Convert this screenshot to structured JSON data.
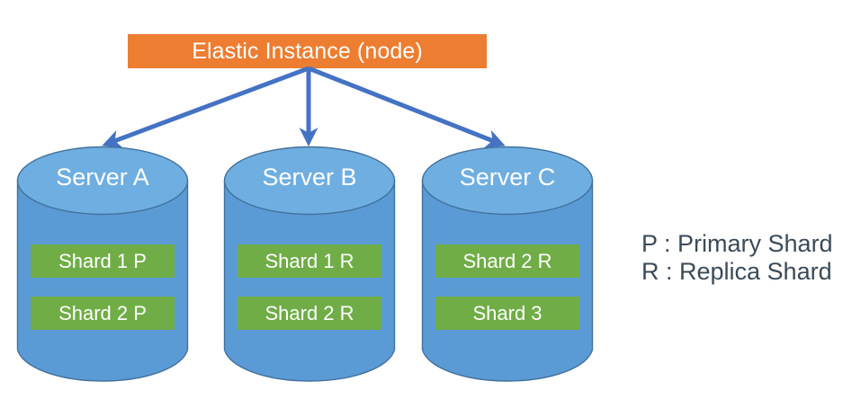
{
  "diagram": {
    "node": {
      "label": "Elastic Instance (node)",
      "fill": "#ED7D31",
      "text_color": "#FFFFFF"
    },
    "colors": {
      "cylinder_fill": "#5B9BD5",
      "cylinder_top_fill": "#6FAEE0",
      "cylinder_stroke": "#41719C",
      "shard_fill": "#70AD47",
      "arrow": "#4472C4",
      "legend_text": "#3B4A59"
    },
    "servers": [
      {
        "title": "Server A",
        "shards": [
          {
            "label": "Shard 1 P"
          },
          {
            "label": "Shard 2 P"
          }
        ]
      },
      {
        "title": "Server B",
        "shards": [
          {
            "label": "Shard 1 R"
          },
          {
            "label": "Shard 2 R"
          }
        ]
      },
      {
        "title": "Server C",
        "shards": [
          {
            "label": "Shard 2 R"
          },
          {
            "label": "Shard 3"
          }
        ]
      }
    ],
    "legend": [
      "P : Primary Shard",
      "R : Replica Shard"
    ]
  }
}
